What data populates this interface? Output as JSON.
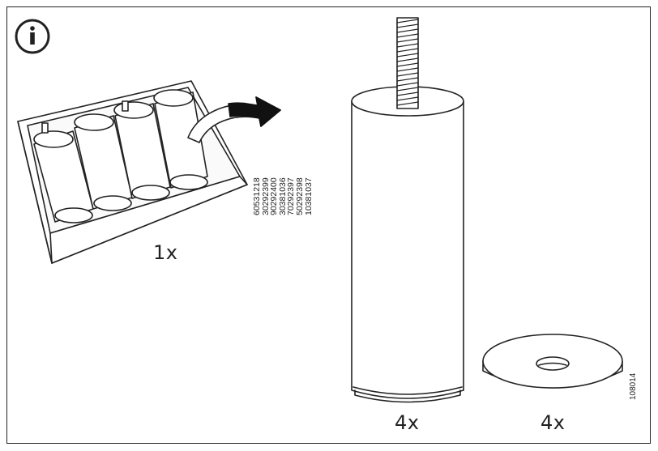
{
  "info": {
    "icon": "info-icon"
  },
  "parts": {
    "box": {
      "quantity": "1x",
      "icon": "box-with-legs-icon"
    },
    "leg": {
      "quantity": "4x",
      "icon": "furniture-leg-icon"
    },
    "washer": {
      "quantity": "4x",
      "icon": "washer-icon"
    }
  },
  "article_numbers": [
    "60531218",
    "30292399",
    "90292400",
    "30381036",
    "70292397",
    "50292398",
    "10381037"
  ],
  "document_number": "108014"
}
